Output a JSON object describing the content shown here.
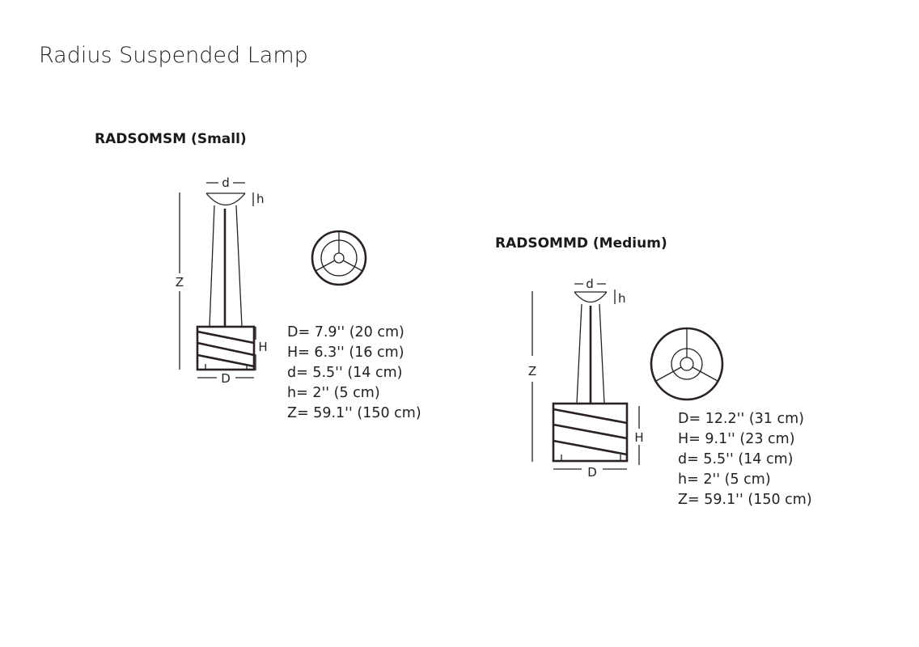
{
  "title": "Radius Suspended Lamp",
  "dimension_labels": {
    "d": "d",
    "h": "h",
    "Z": "Z",
    "H": "H",
    "D": "D"
  },
  "models": [
    {
      "name": "RADSOMSM (Small)",
      "specs": [
        "D= 7.9'' (20 cm)",
        "H= 6.3'' (16 cm)",
        "d= 5.5'' (14 cm)",
        "h= 2'' (5 cm)",
        "Z= 59.1'' (150 cm)"
      ]
    },
    {
      "name": "RADSOMMD (Medium)",
      "specs": [
        "D= 12.2'' (31 cm)",
        "H= 9.1'' (23 cm)",
        "d= 5.5'' (14 cm)",
        "h= 2'' (5 cm)",
        "Z= 59.1'' (150 cm)"
      ]
    }
  ]
}
